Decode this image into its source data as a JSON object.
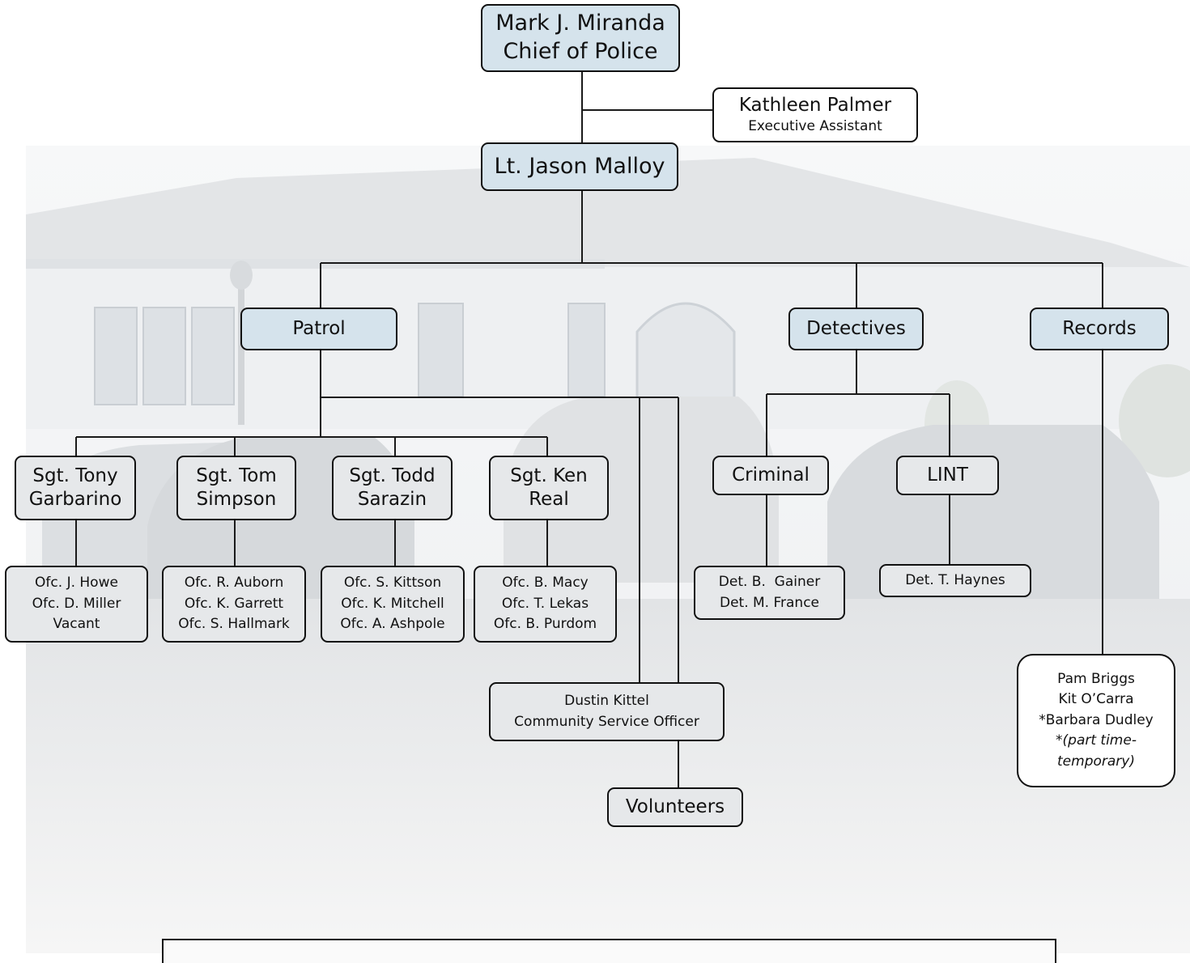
{
  "chief": {
    "name": "Mark J. Miranda",
    "title": "Chief of Police"
  },
  "assistant": {
    "name": "Kathleen Palmer",
    "title": "Executive Assistant"
  },
  "lieutenant": {
    "name": "Lt. Jason Malloy"
  },
  "divisions": {
    "patrol": "Patrol",
    "detectives": "Detectives",
    "records": "Records"
  },
  "sergeants": [
    {
      "line1": "Sgt. Tony",
      "line2": "Garbarino",
      "officers": [
        "Ofc. J. Howe",
        "Ofc. D. Miller",
        "Vacant"
      ]
    },
    {
      "line1": "Sgt. Tom",
      "line2": "Simpson",
      "officers": [
        "Ofc. R. Auborn",
        "Ofc. K. Garrett",
        "Ofc. S. Hallmark"
      ]
    },
    {
      "line1": "Sgt. Todd",
      "line2": "Sarazin",
      "officers": [
        "Ofc. S. Kittson",
        "Ofc. K. Mitchell",
        "Ofc. A. Ashpole"
      ]
    },
    {
      "line1": "Sgt. Ken",
      "line2": "Real",
      "officers": [
        "Ofc. B. Macy",
        "Ofc. T. Lekas",
        "Ofc. B. Purdom"
      ]
    }
  ],
  "detective_units": [
    {
      "name": "Criminal",
      "staff": [
        "Det. B.  Gainer",
        "Det. M. France"
      ]
    },
    {
      "name": "LINT",
      "staff": [
        "Det. T. Haynes"
      ]
    }
  ],
  "cso": {
    "name": "Dustin Kittel",
    "title": "Community Service Officer"
  },
  "volunteers": "Volunteers",
  "records_staff": {
    "names": [
      "Pam Briggs",
      "Kit O’Carra",
      "*Barbara Dudley"
    ],
    "note_prefix": "*",
    "note": "(part time-",
    "note2": "temporary)"
  },
  "colors": {
    "division_fill": "#d5e3ec",
    "sergeant_fill": "#e6e8ea",
    "border": "#111111"
  }
}
